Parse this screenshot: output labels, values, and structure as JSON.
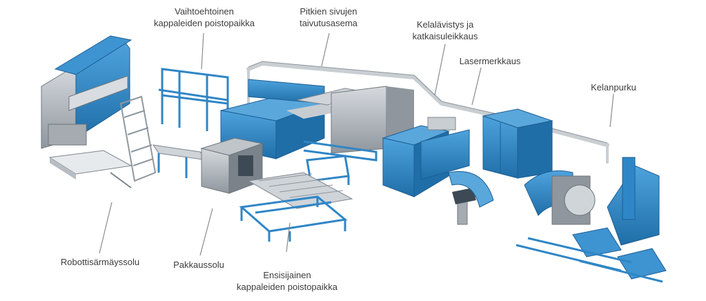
{
  "labels": {
    "alt_unloading": [
      "Vaihtoehtoinen",
      "kappaleiden poistopaikka"
    ],
    "long_side_bending": [
      "Pitkien sivujen",
      "taivutusasema"
    ],
    "coil_straightening": [
      "Kelalävistys ja",
      "katkaisuleikkaus"
    ],
    "laser_marking": "Lasermerkkaus",
    "uncoiling": "Kelanpurku",
    "robot_bending_cell": "Robottisärmäyssolu",
    "packing_cell": "Pakkaussolu",
    "primary_unloading": [
      "Ensisijainen",
      "kappaleiden poistopaikka"
    ]
  },
  "colors": {
    "machine_blue": "#2f86c6",
    "machine_blue_dark": "#1d5f94",
    "machine_grey": "#b9bec4",
    "machine_grey_dark": "#6f767d",
    "frame_steel": "#9aa3ab",
    "leader_line": "#8a8a8a",
    "label_text": "#3d3d3d"
  }
}
